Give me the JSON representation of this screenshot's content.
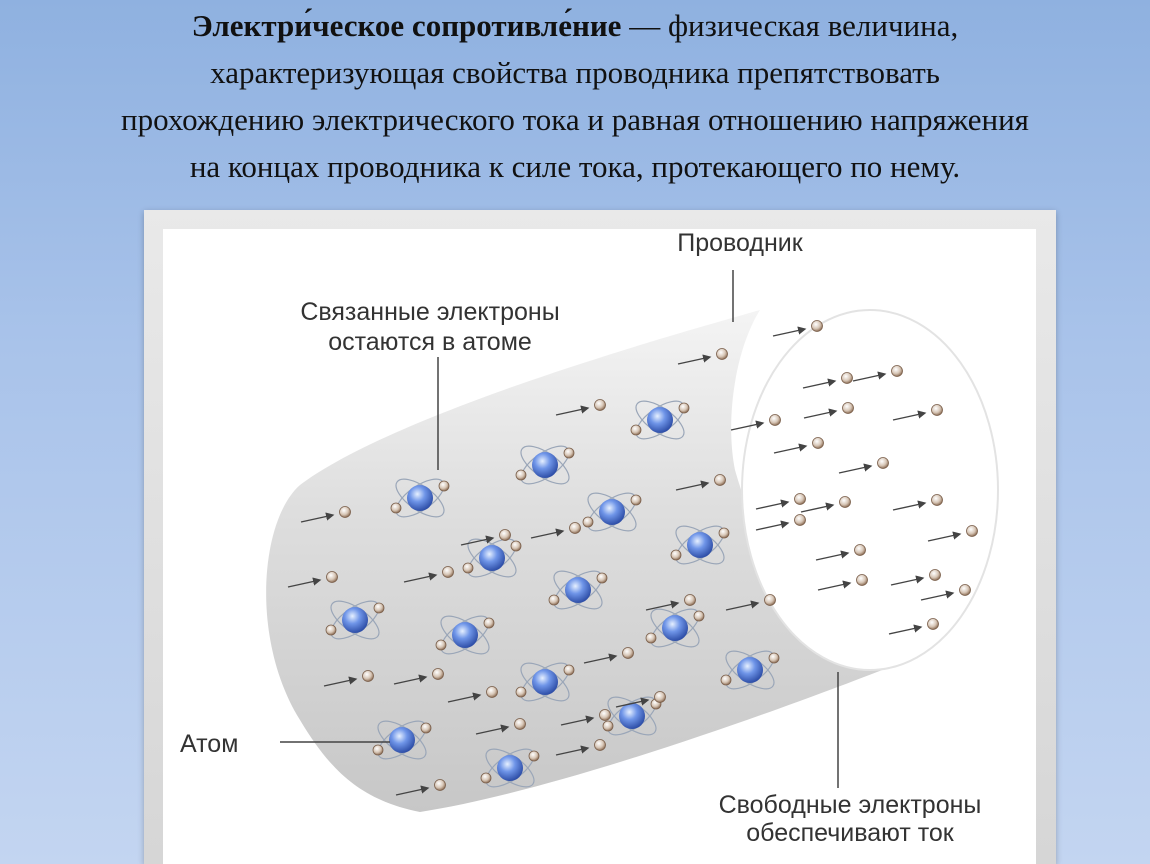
{
  "definition": {
    "term": "Электри́ческое сопротивле́ние",
    "line1_rest": " — физическая величина,",
    "line2": "характеризующая свойства проводника препятствовать",
    "line3": "прохождению электрического тока и равная отношению напряжения",
    "line4": "на концах проводника к силе тока, протекающего по нему."
  },
  "diagram": {
    "label_conductor": "Проводник",
    "label_bound_line1": "Связанные электроны",
    "label_bound_line2": "остаются в атоме",
    "label_atom": "Атом",
    "label_free_line1": "Свободные электроны",
    "label_free_line2": "обеспечивают ток"
  }
}
